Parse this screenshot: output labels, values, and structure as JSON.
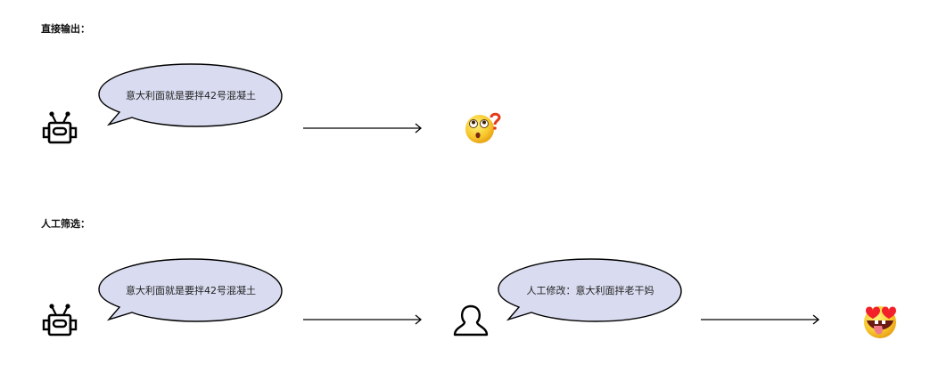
{
  "sections": [
    {
      "heading": "直接输出：",
      "flow": [
        {
          "type": "robot",
          "icon": "robot-icon",
          "bubble": "意大利面就是要拌42号混凝土"
        },
        {
          "type": "arrow"
        },
        {
          "type": "result",
          "icon": "confused-emoji-icon"
        }
      ]
    },
    {
      "heading": "人工筛选：",
      "flow": [
        {
          "type": "robot",
          "icon": "robot-icon",
          "bubble": "意大利面就是要拌42号混凝土"
        },
        {
          "type": "arrow"
        },
        {
          "type": "human",
          "icon": "user-icon",
          "bubble": "人工修改：意大利面拌老干妈"
        },
        {
          "type": "arrow"
        },
        {
          "type": "result",
          "icon": "heart-eyes-emoji-icon"
        }
      ]
    }
  ],
  "colors": {
    "bubble_fill": "#d9dcf0",
    "stroke": "#000000"
  }
}
